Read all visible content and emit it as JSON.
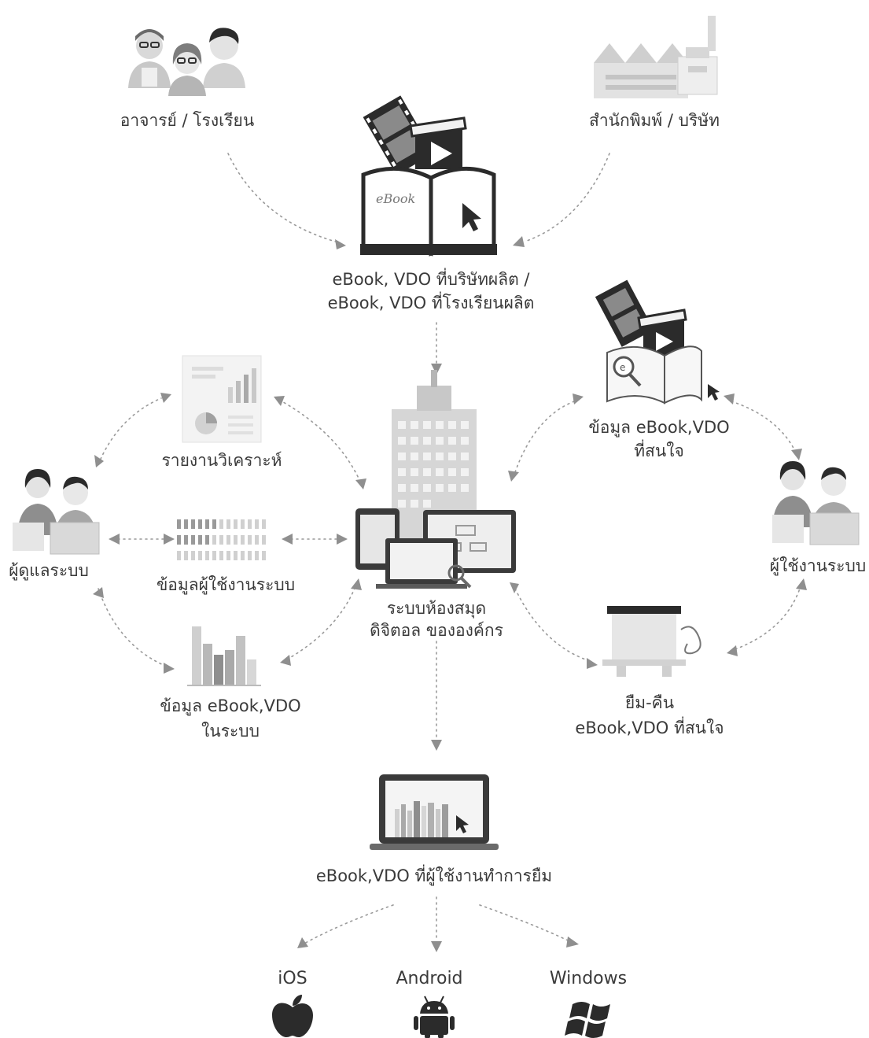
{
  "nodes": {
    "teachers": "อาจารย์ / โรงเรียน",
    "publishers": "สำนักพิมพ์ / บริษัท",
    "content_line1": "eBook, VDO ที่บริษัทผลิต /",
    "content_line2": "eBook, VDO ที่โรงเรียนผลิต",
    "report": "รายงานวิเคราะห์",
    "admin": "ผู้ดูแลระบบ",
    "user_data": "ข้อมูลผู้ใช้งานระบบ",
    "catalog_line1": "ข้อมูล eBook,VDO",
    "catalog_line2": "ในระบบ",
    "library_line1": "ระบบห้องสมุด",
    "library_line2": "ดิจิตอล ขององค์กร",
    "interest_line1": "ข้อมูล eBook,VDO",
    "interest_line2": "ที่สนใจ",
    "users": "ผู้ใช้งานระบบ",
    "borrow_line1": "ยืม-คืน",
    "borrow_line2": "eBook,VDO ที่สนใจ",
    "borrowed": "eBook,VDO ที่ผู้ใช้งานทำการยืม",
    "ios": "iOS",
    "android": "Android",
    "windows": "Windows"
  },
  "icons": {
    "teachers": "people-group-icon",
    "publishers": "factory-icon",
    "content": "ebook-film-icon",
    "report": "report-chart-icon",
    "admin": "admin-people-icon",
    "user_data": "user-stats-icon",
    "catalog": "bar-chart-icon",
    "library": "building-devices-icon",
    "interest": "ebook-search-icon",
    "users": "users-people-icon",
    "borrow": "laptop-return-icon",
    "borrowed": "laptop-books-icon",
    "ios": "apple-icon",
    "android": "android-icon",
    "windows": "windows-icon"
  },
  "colors": {
    "text": "#3a3a3a",
    "icon_dark": "#2b2b2b",
    "icon_mid": "#9e9e9e",
    "icon_light": "#d9d9d9",
    "accent_red": "#c9c9c9"
  }
}
